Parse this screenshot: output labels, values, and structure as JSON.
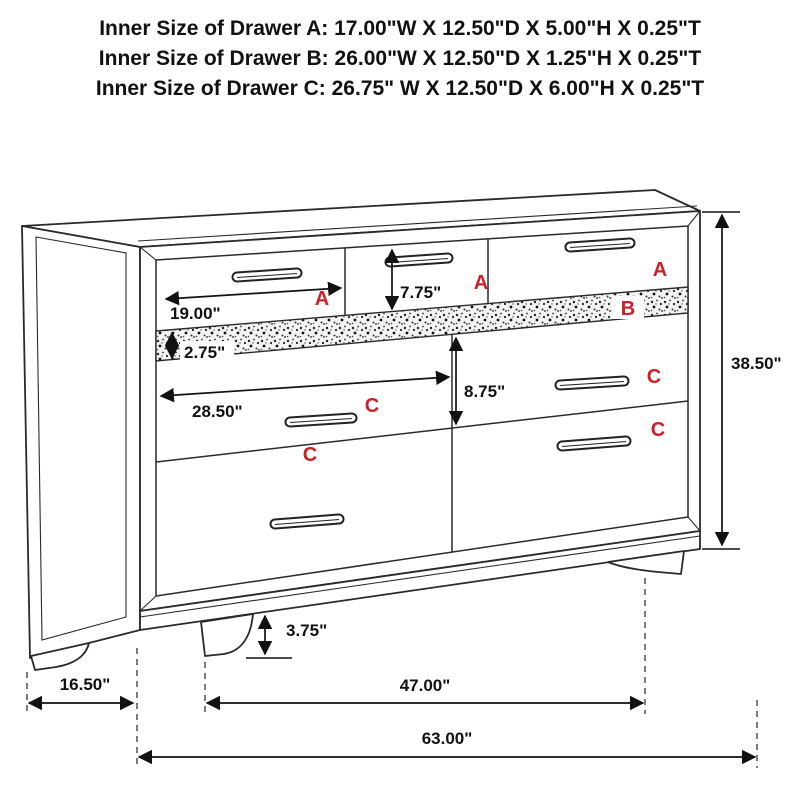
{
  "title_block": {
    "line_a": "Inner Size of Drawer A: 17.00\"W X 12.50\"D X 5.00\"H X 0.25\"T",
    "line_b": "Inner Size of Drawer B: 26.00\"W X 12.50\"D X 1.25\"H X 0.25\"T",
    "line_c": "Inner Size of Drawer C: 26.75\" W X 12.50\"D X 6.00\"H X 0.25\"T"
  },
  "drawer_labels": {
    "a1": "A",
    "a2": "A",
    "a3": "A",
    "b": "B",
    "c1": "C",
    "c2": "C",
    "c3": "C",
    "c4": "C"
  },
  "dimensions": {
    "a_width": "19.00\"",
    "a_height": "7.75\"",
    "b_height": "2.75\"",
    "c_width": "28.50\"",
    "c_height": "8.75\"",
    "overall_height": "38.50\"",
    "foot_height": "3.75\"",
    "depth": "16.50\"",
    "feet_span": "47.00\"",
    "overall_width": "63.00\""
  },
  "colors": {
    "line": "#2a2a2a",
    "dimension_text": "#111111",
    "drawer_letter_red": "#cc2027",
    "background": "#ffffff"
  }
}
